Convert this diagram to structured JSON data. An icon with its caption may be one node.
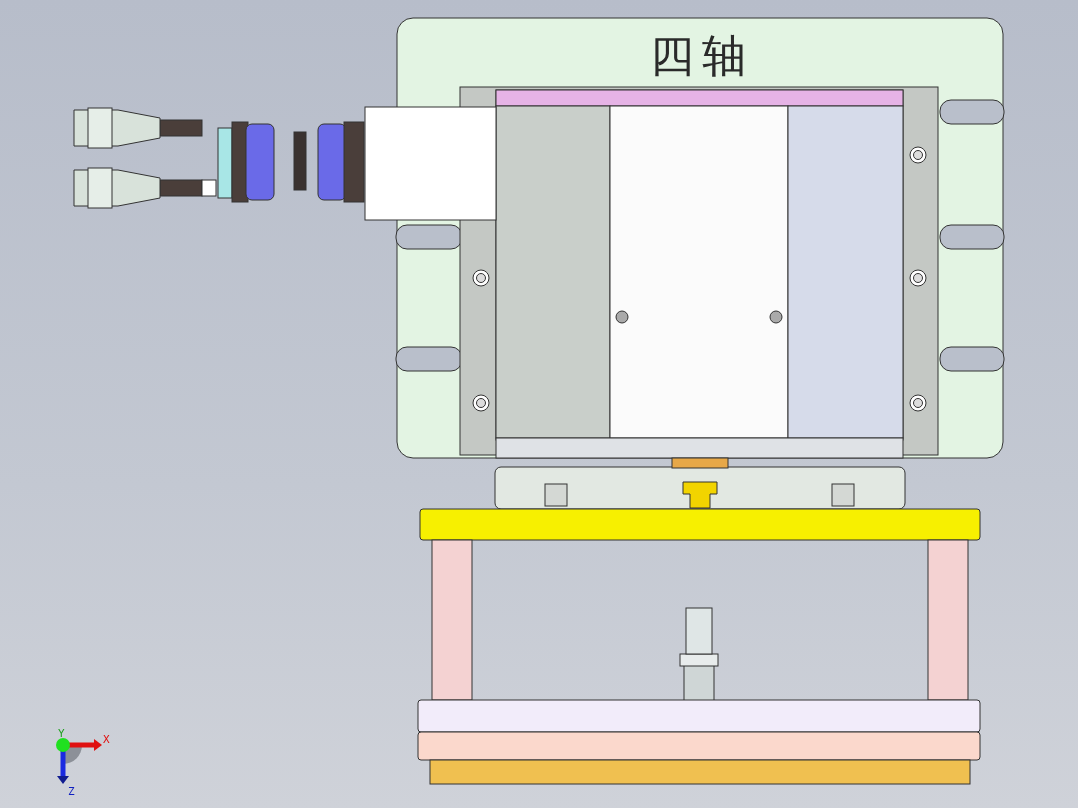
{
  "diagram": {
    "labels": [
      "四轴",
      "Y",
      "X",
      "Z"
    ]
  }
}
